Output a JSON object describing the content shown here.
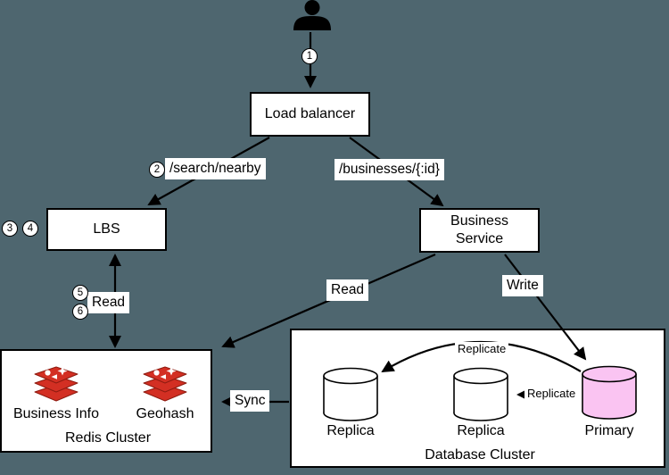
{
  "colors": {
    "background": "#4E666F",
    "box_fill": "#FFFFFF",
    "line": "#000000",
    "primary_fill": "#FAC4F2",
    "redis_red": "#D32F23",
    "redis_dark": "#8E1B10"
  },
  "steps": [
    "1",
    "2",
    "3",
    "4",
    "5",
    "6"
  ],
  "nodes": {
    "load_balancer": {
      "label": "Load balancer"
    },
    "lbs": {
      "label": "LBS"
    },
    "business_service": {
      "label": "Business\nService"
    },
    "redis_cluster": {
      "title": "Redis Cluster",
      "shards": [
        {
          "icon": "redis-icon",
          "label": "Business Info"
        },
        {
          "icon": "redis-icon",
          "label": "Geohash"
        }
      ]
    },
    "database_cluster": {
      "title": "Database Cluster",
      "databases": [
        {
          "label": "Replica",
          "role": "replica"
        },
        {
          "label": "Replica",
          "role": "replica"
        },
        {
          "label": "Primary",
          "role": "primary"
        }
      ]
    }
  },
  "edges": {
    "search_nearby": "/search/nearby",
    "businesses_by_id": "/businesses/{:id}",
    "lbs_redis_read": "Read",
    "service_redis_read": "Read",
    "service_primary_write": "Write",
    "db_redis_sync": "Sync",
    "replicate_outer": "Replicate",
    "replicate_inner": "Replicate"
  }
}
